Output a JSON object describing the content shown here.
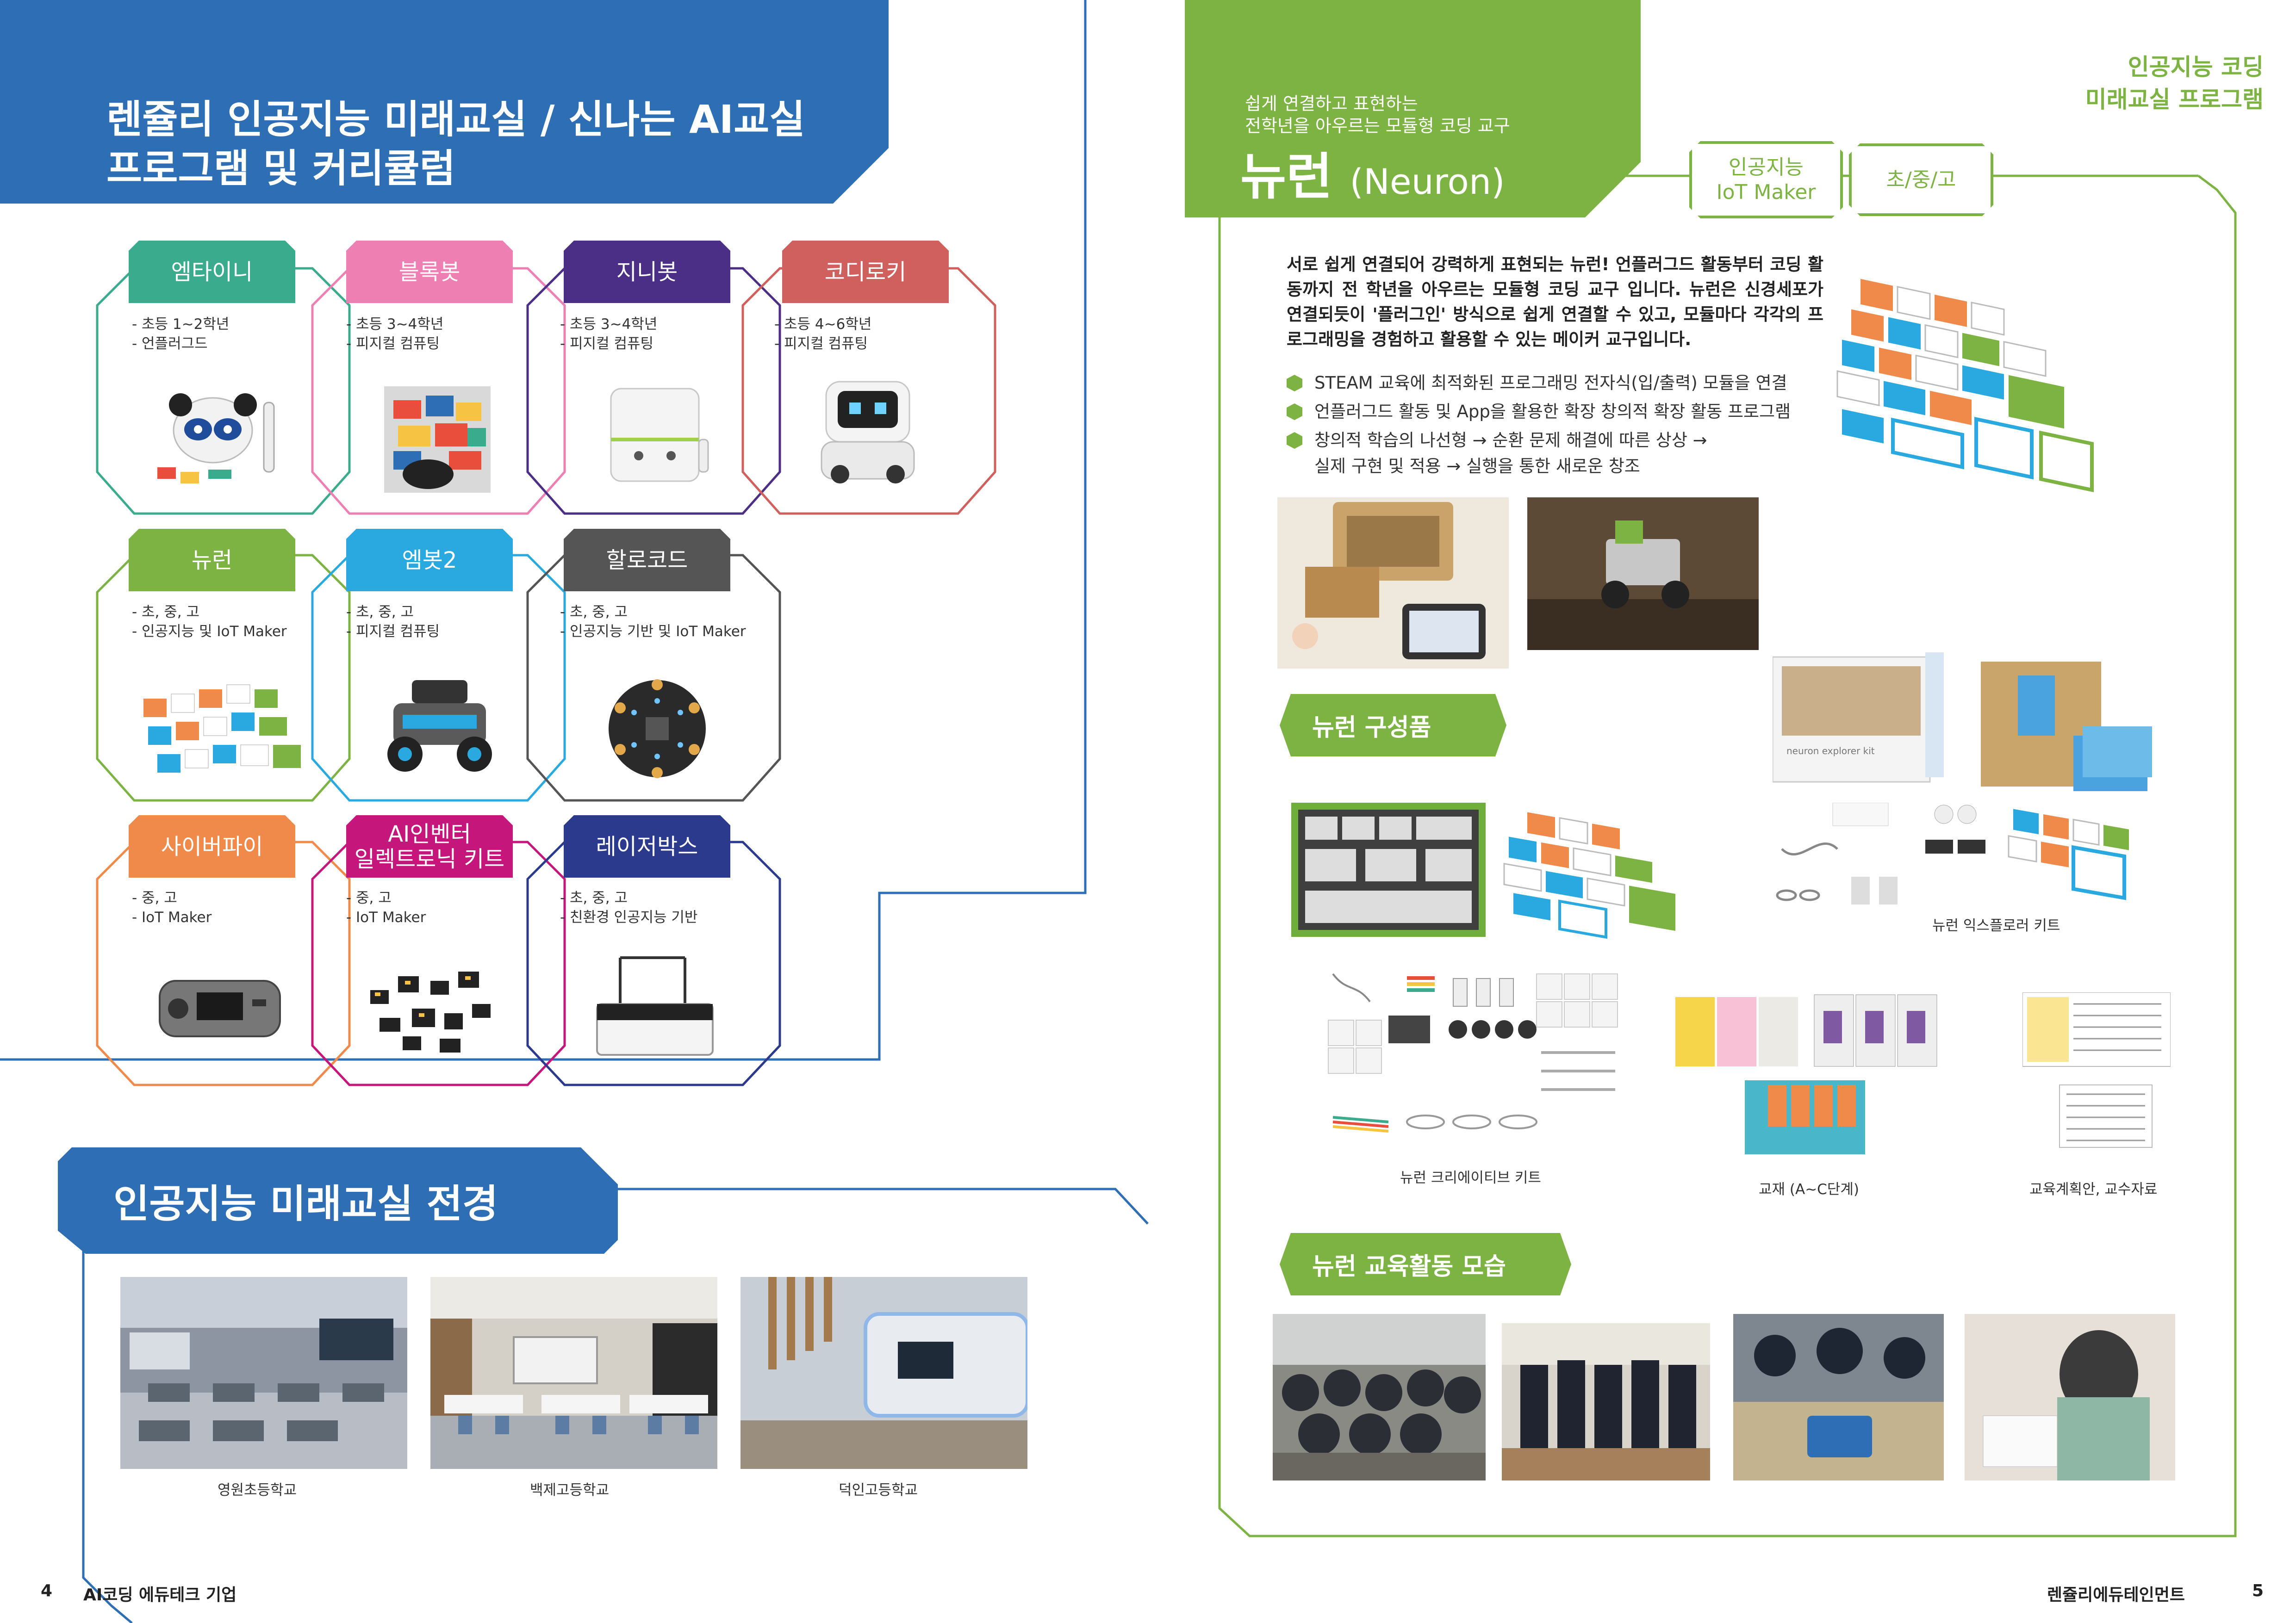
{
  "left": {
    "header_line1": "렌쥴리 인공지능 미래교실 / 신나는 AI교실",
    "header_line2": "프로그램 및 커리큘럼",
    "programs": [
      {
        "name": "엠타이니",
        "line1": "- 초등 1~2학년",
        "line2": "- 언플러그드",
        "color": "#3aab8c"
      },
      {
        "name": "블록봇",
        "line1": "- 초등 3~4학년",
        "line2": "- 피지컬 컴퓨팅",
        "color": "#ee7fb2"
      },
      {
        "name": "지니봇",
        "line1": "- 초등 3~4학년",
        "line2": "- 피지컬 컴퓨팅",
        "color": "#4b2f86"
      },
      {
        "name": "코디로키",
        "line1": "- 초등 4~6학년",
        "line2": "- 피지컬 컴퓨팅",
        "color": "#d0605e"
      },
      {
        "name": "뉴런",
        "line1": "- 초, 중, 고",
        "line2": "- 인공지능 및 IoT Maker",
        "color": "#7cb342"
      },
      {
        "name": "엠봇2",
        "line1": "- 초, 중, 고",
        "line2": "- 피지컬 컴퓨팅",
        "color": "#29a9df"
      },
      {
        "name": "할로코드",
        "line1": "- 초, 중, 고",
        "line2": "- 인공지능 기반 및 IoT Maker",
        "color": "#555555"
      },
      {
        "name": "사이버파이",
        "line1": "- 중, 고",
        "line2": "- IoT Maker",
        "color": "#f08a4b"
      },
      {
        "name": "AI인벤터\n일렉트로닉 키트",
        "line1": "- 중, 고",
        "line2": "- IoT Maker",
        "color": "#c5167c"
      },
      {
        "name": "레이저박스",
        "line1": "- 초, 중, 고",
        "line2": "- 친환경 인공지능 기반",
        "color": "#2b3a8c"
      }
    ],
    "classroom_title": "인공지능 미래교실 전경",
    "schools": [
      "영원초등학교",
      "백제고등학교",
      "덕인고등학교"
    ],
    "footer_page": "4",
    "footer_text": "AI코딩 에듀테크 기업"
  },
  "right": {
    "corner_line1": "인공지능 코딩",
    "corner_line2": "미래교실 프로그램",
    "sub_line1": "쉽게 연결하고 표현하는",
    "sub_line2": "전학년을 아우르는 모듈형 코딩 교구",
    "title_ko": "뉴런",
    "title_en": "(Neuron)",
    "pill1_line1": "인공지능",
    "pill1_line2": "IoT Maker",
    "pill2": "초/중/고",
    "intro": "서로 쉽게 연결되어 강력하게 표현되는 뉴런! 언플러그드 활동부터 코딩 활동까지 전 학년을 아우르는 모듈형 코딩 교구 입니다. 뉴런은 신경세포가 연결되듯이 '플러그인' 방식으로 쉽게 연결할 수 있고, 모듈마다 각각의 프로그래밍을 경험하고 활용할 수 있는 메이커 교구입니다.",
    "bullet1": "STEAM 교육에 최적화된 프로그래밍 전자식(입/출력) 모듈을 연결",
    "bullet2": "언플러그드 활동 및 App을 활용한 확장 창의적 확장 활동 프로그램",
    "bullet3_line1": "창의적 학습의 나선형 → 순환 문제 해결에 따른 상상 →",
    "bullet3_line2": "실제 구현 및 적용 → 실행을 통한 새로운 창조",
    "components_title": "뉴런 구성품",
    "kit_box_text": "neuron explorer kit",
    "cap_explorer": "뉴런 익스플로러 키트",
    "cap_creative": "뉴런 크리에이티브 키트",
    "cap_textbook": "교재 (A~C단계)",
    "cap_plan": "교육계획안, 교수자료",
    "activity_title": "뉴런 교육활동 모습",
    "footer_text": "렌쥴리에듀테인먼트",
    "footer_page": "5"
  },
  "colors": {
    "blue": "#2e6eb5",
    "green": "#7cb342"
  }
}
